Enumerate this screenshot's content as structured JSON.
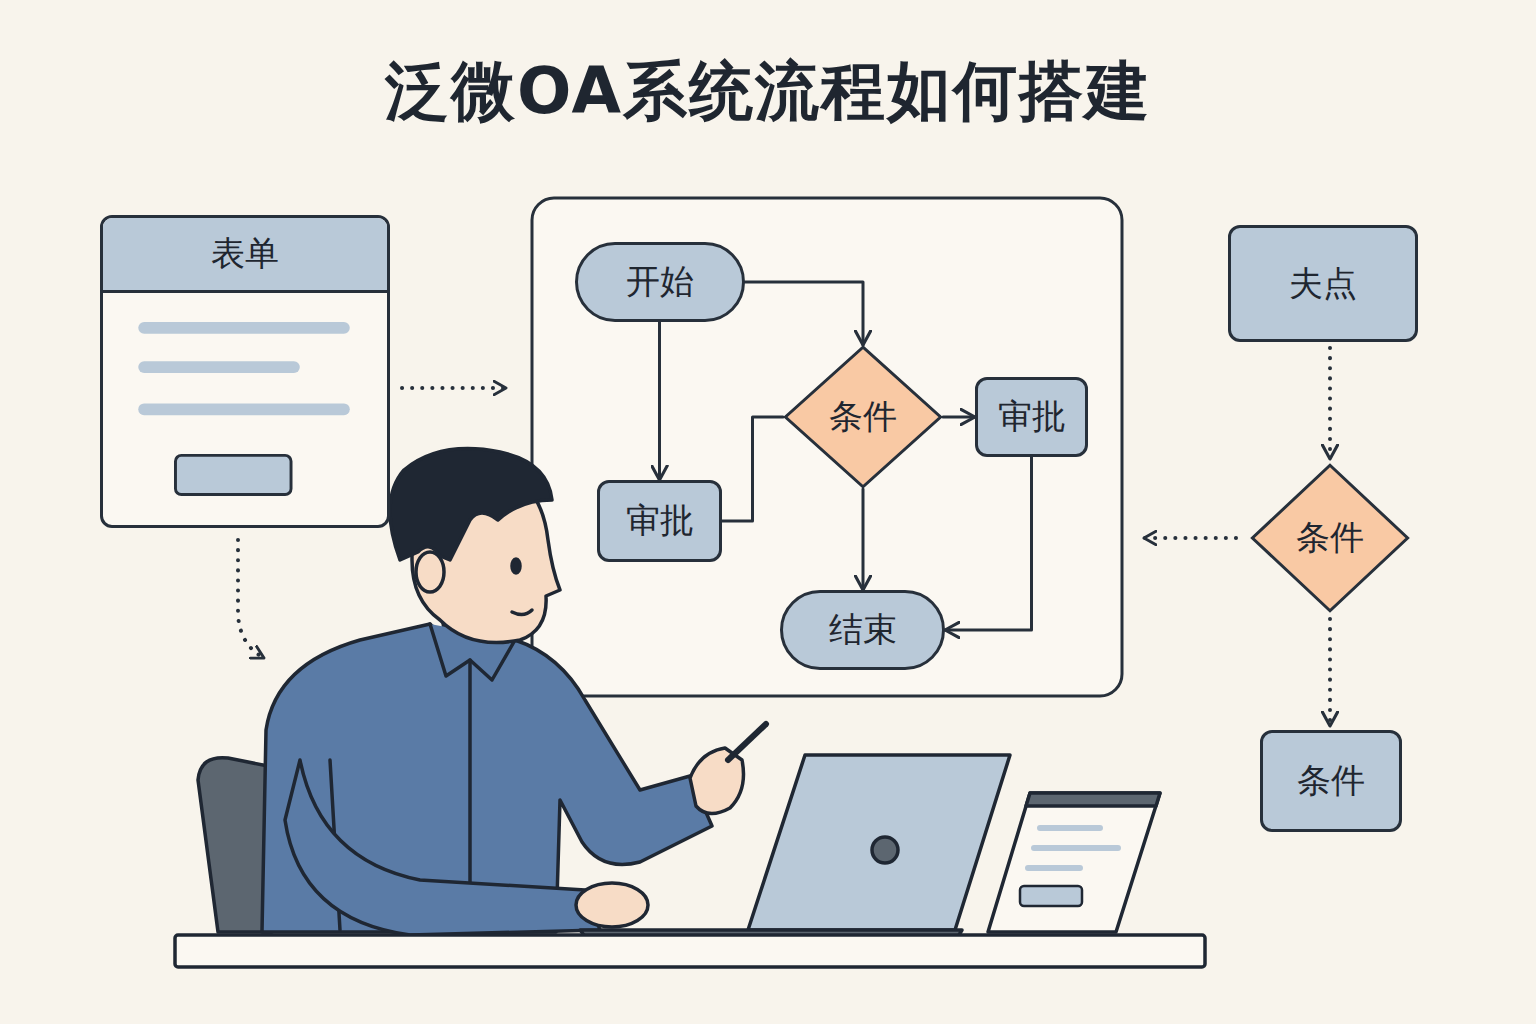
{
  "diagram": {
    "title": "泛微OA系统流程如何搭建",
    "nodes": [
      {
        "text": [
          "表单"
        ]
      },
      {
        "text": [
          "开始"
        ]
      },
      {
        "text": [
          "审批"
        ]
      },
      {
        "text": [
          "条件"
        ]
      },
      {
        "text": [
          "审批"
        ]
      },
      {
        "text": [
          "结束"
        ]
      },
      {
        "text": [
          "夫点"
        ]
      },
      {
        "text": [
          "条件"
        ]
      },
      {
        "text": [
          "条件"
        ]
      }
    ],
    "edges": [
      {
        "from": 1,
        "to": 3,
        "arrow": "to"
      },
      {
        "from": 1,
        "to": 2,
        "arrow": "to"
      },
      {
        "from": 2,
        "to": 3,
        "arrow": "none"
      },
      {
        "from": 3,
        "to": 4,
        "arrow": "to"
      },
      {
        "from": 3,
        "to": 5,
        "arrow": "to"
      },
      {
        "from": 4,
        "to": 5,
        "arrow": "to"
      },
      {
        "from": 6,
        "to": 7,
        "arrow": "to"
      },
      {
        "from": 7,
        "to": 8,
        "arrow": "to"
      }
    ]
  }
}
